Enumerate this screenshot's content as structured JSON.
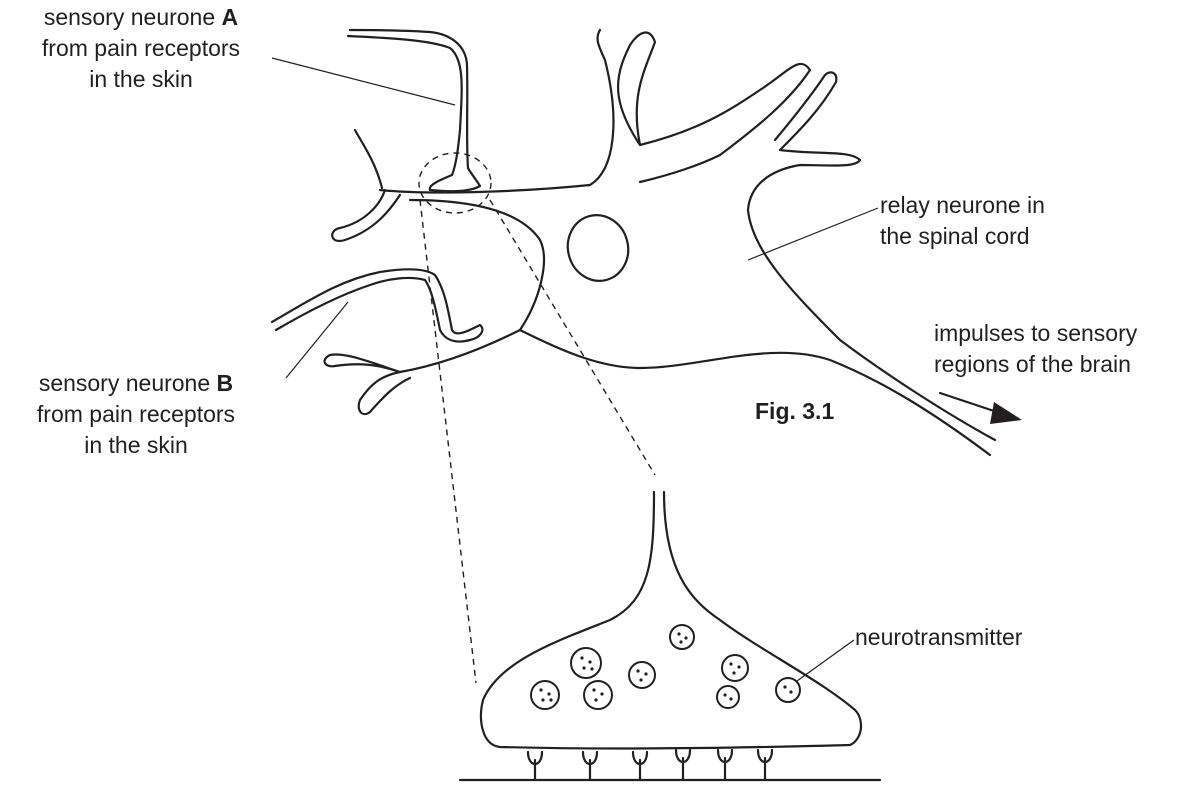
{
  "labels": {
    "sensory_a": {
      "pre": "sensory neurone ",
      "bold": "A",
      "line2": "from pain receptors",
      "line3": "in the skin"
    },
    "sensory_b": {
      "pre": "sensory neurone ",
      "bold": "B",
      "line2": "from pain receptors",
      "line3": "in the skin"
    },
    "relay": {
      "line1": "relay neurone in",
      "line2": "the spinal cord"
    },
    "impulses": {
      "line1": "impulses to sensory",
      "line2": "regions of the brain"
    },
    "figure_caption": "Fig. 3.1",
    "neurotransmitter": "neurotransmitter"
  },
  "colors": {
    "ink": "#231f20",
    "background": "#ffffff"
  }
}
